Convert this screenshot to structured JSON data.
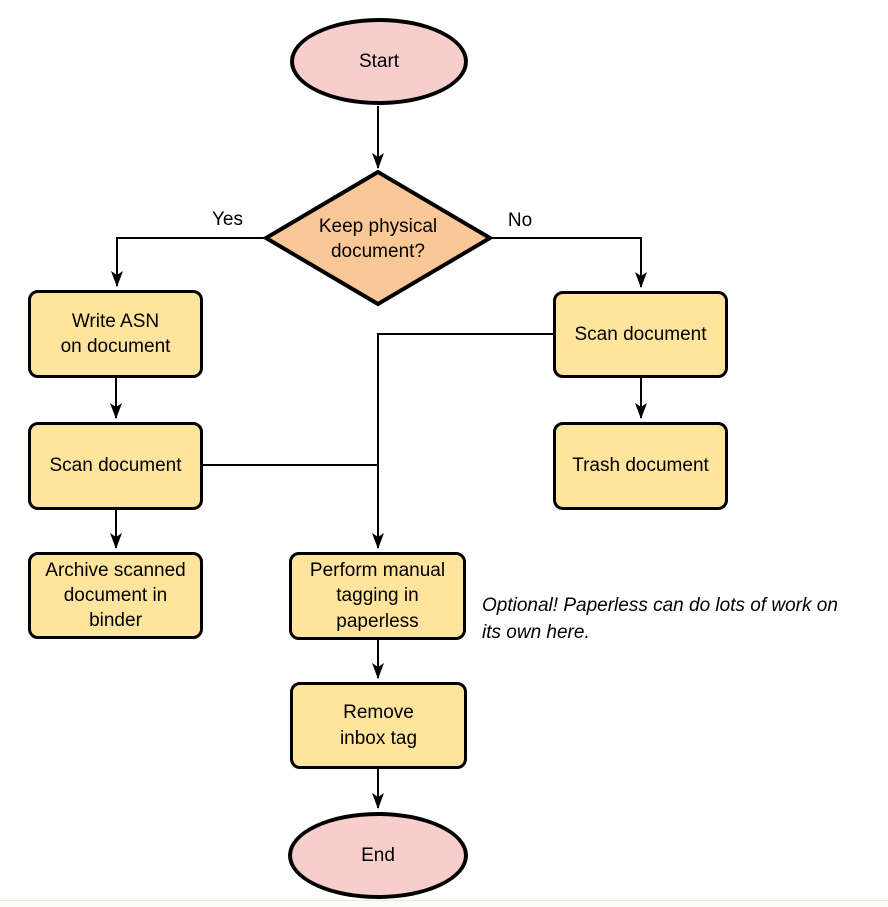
{
  "colors": {
    "node-pink": "#F8CECC",
    "node-orange": "#FAC896",
    "node-yellow": "#FFE49D",
    "stroke": "#000000",
    "text": "#000000",
    "background": "#FFFFFF"
  },
  "diagram": {
    "nodes": {
      "start": {
        "label": "Start",
        "type": "terminator"
      },
      "decision": {
        "label": "Keep physical\ndocument?",
        "type": "decision"
      },
      "write_asn": {
        "label": "Write ASN\non document",
        "type": "process"
      },
      "scan_left": {
        "label": "Scan document",
        "type": "process"
      },
      "archive": {
        "label": "Archive scanned\ndocument in\nbinder",
        "type": "process"
      },
      "scan_right": {
        "label": "Scan document",
        "type": "process"
      },
      "trash": {
        "label": "Trash document",
        "type": "process"
      },
      "tagging": {
        "label": "Perform manual\ntagging in\npaperless",
        "type": "process"
      },
      "remove_inbox": {
        "label": "Remove\ninbox tag",
        "type": "process"
      },
      "end": {
        "label": "End",
        "type": "terminator"
      }
    },
    "edge_labels": {
      "yes": "Yes",
      "no": "No"
    },
    "note": "Optional! Paperless can do lots of work on\nits own here."
  }
}
